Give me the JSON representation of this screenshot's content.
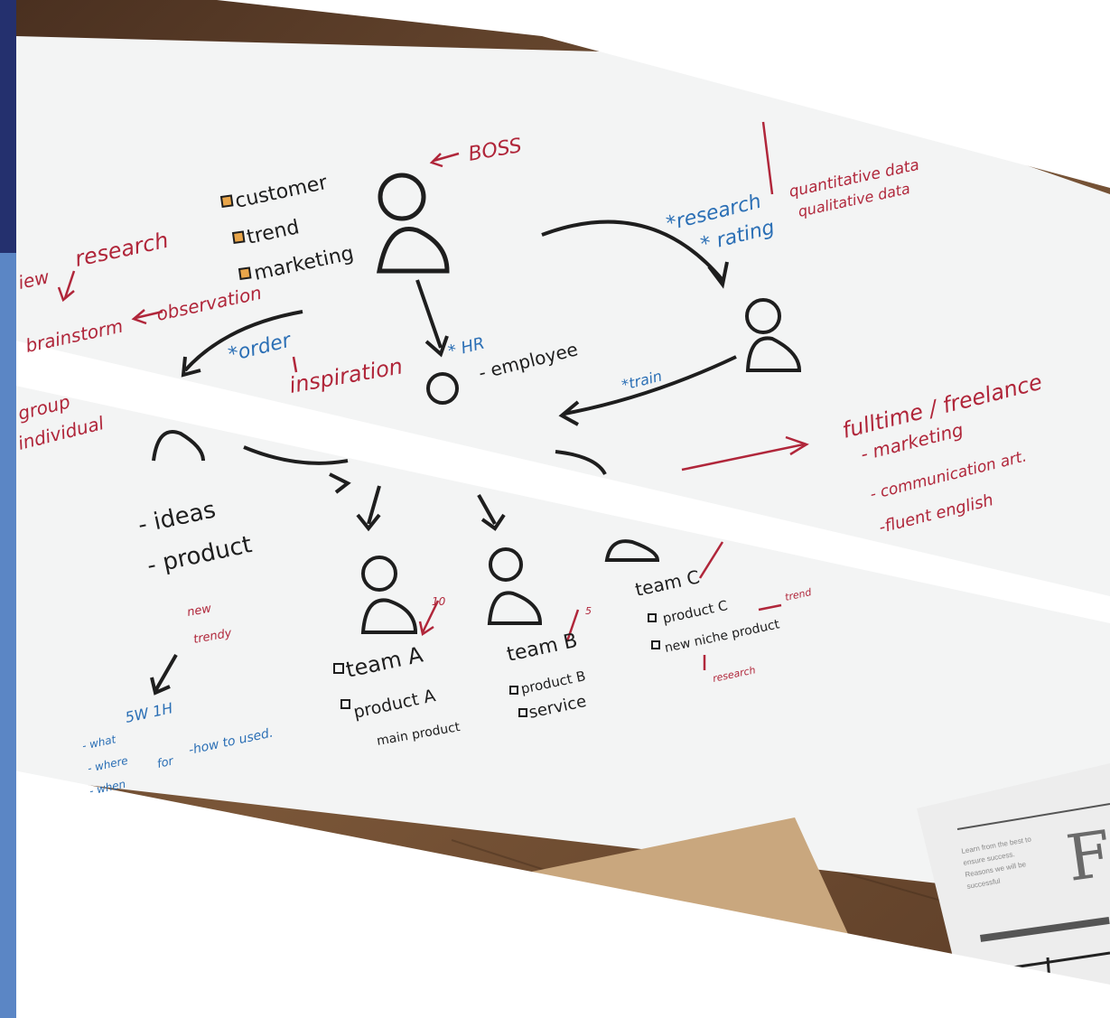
{
  "colors": {
    "accent_navy": "#24306e",
    "accent_blue": "#5b86c5",
    "wood": "#6b4a33",
    "paper": "#f3f4f4",
    "ink_red": "#b0263a",
    "ink_blue": "#2b6fb5",
    "ink_dark": "#1e1e1e"
  },
  "whiteboard": {
    "top_role": "BOSS",
    "checklist": [
      "customer",
      "trend",
      "marketing"
    ],
    "research_left": "research",
    "observation": "observation",
    "brainstorm": "brainstorm",
    "order": "*order",
    "inspiration": "inspiration",
    "hr": "* HR",
    "employee": "- employee",
    "research_right": "*research",
    "rating": "* rating",
    "train": "*train",
    "quantitative": "quantitative data",
    "qualitative": "qualitative data",
    "group": "group",
    "individual": "individual",
    "ideas": "- ideas",
    "product": "- product",
    "new_trendy": [
      "new",
      "trendy"
    ],
    "fivew1h": "5W 1H",
    "how_to_used": "-how to used.",
    "what_where_when": [
      "- what",
      "- where",
      "- when"
    ],
    "for_label": "for",
    "team_a": "team A",
    "team_a_num": "10",
    "product_a": "product A",
    "main_product": "main product",
    "team_b": "team B",
    "team_b_num": "5",
    "product_b": "product B",
    "service": "service",
    "team_c": "team C",
    "product_c": "product C",
    "trend_note": "trend",
    "new_niche": "new niche product",
    "research_note": "research",
    "fulltime": "fulltime / freelance",
    "skills": [
      "- marketing",
      "- communication art.",
      "-fluent english"
    ],
    "view_partial": "iew"
  },
  "newspaper": {
    "blurb": [
      "Learn from the best to",
      "ensure success.",
      "Reasons we will be",
      "successful"
    ],
    "masthead_letter": "F"
  }
}
